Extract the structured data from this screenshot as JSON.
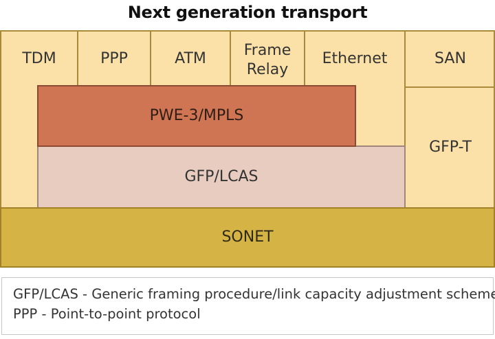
{
  "title": "Next generation transport",
  "top_row": [
    "TDM",
    "PPP",
    "ATM",
    "Frame\nRelay",
    "Ethernet"
  ],
  "san": "SAN",
  "gfp_t": "GFP-T",
  "pwe": "PWE-3/MPLS",
  "gfp_lcas": "GFP/LCAS",
  "sonet": "SONET",
  "legend": [
    "GFP/LCAS - Generic framing procedure/link capacity adjustment scheme",
    "PPP - Point-to-point protocol"
  ],
  "colors": {
    "background_layer": "#fbe1a7",
    "pwe_mpls": "#cf7554",
    "gfp_lcas": "#e7ccbf",
    "sonet": "#d6b345",
    "border": "#a9893a"
  }
}
